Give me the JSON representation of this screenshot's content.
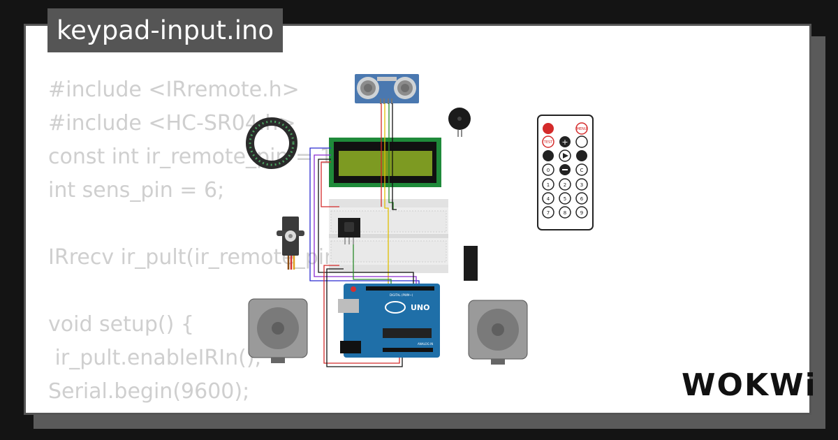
{
  "project": {
    "filename": "keypad-input.ino"
  },
  "code": {
    "lines": [
      "#include <IRremote.h>",
      "#include <HC-SR04.h>",
      "const int ir_remote_pin = 1;",
      "int sens_pin = 6;",
      "",
      "IRrecv ir_pult(ir_remote_pin);",
      "",
      "void setup() {",
      " ir_pult.enableIRIn();",
      "Serial.begin(9600);"
    ]
  },
  "components": {
    "remote": {
      "rows": [
        [
          "",
          "",
          "MENU"
        ],
        [
          "TEST",
          "+",
          ""
        ],
        [
          "",
          "",
          ""
        ],
        [
          "0",
          "",
          "C"
        ],
        [
          "1",
          "2",
          "3"
        ],
        [
          "4",
          "5",
          "6"
        ],
        [
          "7",
          "8",
          "9"
        ]
      ]
    },
    "arduino": {
      "brand": "UNO",
      "digital_label": "DIGITAL (PWM~)",
      "analog_label": "ANALOG IN"
    }
  },
  "brand": {
    "logo_text": "WOKWi"
  },
  "colors": {
    "background": "#141414",
    "card": "#ffffff",
    "title_tag": "#555555",
    "code_text": "#cfcfcf"
  }
}
